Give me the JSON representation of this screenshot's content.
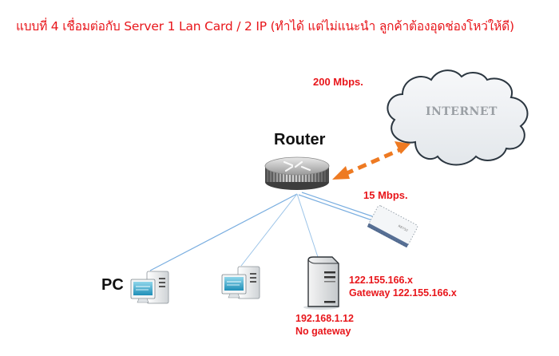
{
  "title": "แบบที่ 4 เชื่อมต่อกับ Server 1 Lan Card / 2 IP (ทำได้ แต่ไม่แนะนำ ลูกค้าต้องอุดช่องโหว่ให้ดี)",
  "colors": {
    "label_red": "#e8161b",
    "link_blue": "#7aaee0",
    "arrow_orange": "#ee7a22",
    "cloud_fill": "#eef1f4",
    "cloud_stroke": "#2b3640"
  },
  "nodes": {
    "internet": {
      "label": "INTERNET",
      "icon": "cloud-icon"
    },
    "router": {
      "label": "Router",
      "icon": "router-icon"
    },
    "modem": {
      "icon": "modem-icon"
    },
    "pc": {
      "label": "PC",
      "icon": "desktop-computer-icon"
    },
    "pc2": {
      "icon": "desktop-computer-icon"
    },
    "server": {
      "icon": "server-tower-icon"
    }
  },
  "links": {
    "internet_bandwidth": "200 Mbps.",
    "lan_bandwidth": "15 Mbps."
  },
  "server_config": {
    "wan_ip": "122.155.166.x",
    "wan_gateway": "Gateway 122.155.166.x",
    "lan_ip": "192.168.1.12",
    "lan_gateway": "No gateway"
  }
}
